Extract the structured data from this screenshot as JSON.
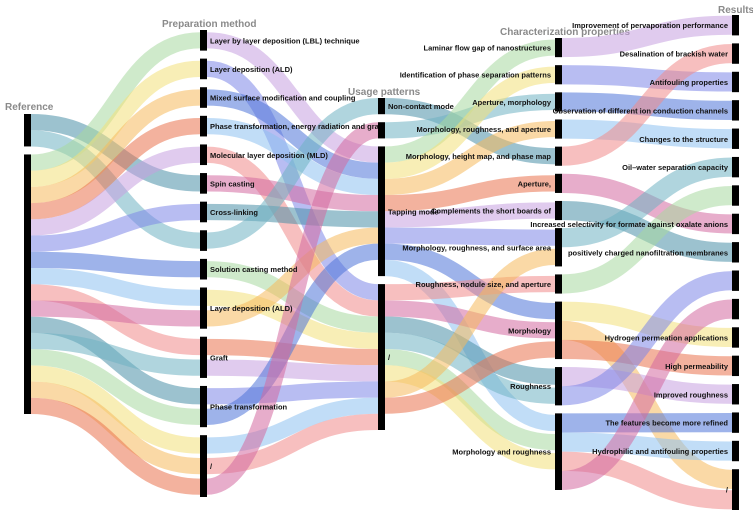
{
  "columns": {
    "reference": "Reference",
    "preparation": "Preparation method",
    "usage": "Usage patterns",
    "characterization": "Characterization properties",
    "results": "Results"
  },
  "chart_data": {
    "type": "sankey",
    "nodes": [
      {
        "id": "ref_a",
        "column": 0,
        "label": ""
      },
      {
        "id": "ref_b",
        "column": 0,
        "label": ""
      },
      {
        "id": "p_lbl",
        "column": 1,
        "label": "Layer by layer deposition (LBL) technique"
      },
      {
        "id": "p_ald1",
        "column": 1,
        "label": "Layer deposition (ALD)"
      },
      {
        "id": "p_mixed",
        "column": 1,
        "label": "Mixed surface modification and coupling"
      },
      {
        "id": "p_phase_energy",
        "column": 1,
        "label": "Phase transformation, energy radiation and graft"
      },
      {
        "id": "p_mld",
        "column": 1,
        "label": "Molecular layer deposition (MLD)"
      },
      {
        "id": "p_spin",
        "column": 1,
        "label": "Spin casting"
      },
      {
        "id": "p_cross",
        "column": 1,
        "label": "Cross-linking"
      },
      {
        "id": "p_blank",
        "column": 1,
        "label": ""
      },
      {
        "id": "p_solution",
        "column": 1,
        "label": "Solution casting method"
      },
      {
        "id": "p_ald2",
        "column": 1,
        "label": "Layer deposition (ALD)"
      },
      {
        "id": "p_graft",
        "column": 1,
        "label": "Graft"
      },
      {
        "id": "p_phase",
        "column": 1,
        "label": "Phase transformation"
      },
      {
        "id": "p_slash",
        "column": 1,
        "label": "/"
      },
      {
        "id": "u_noncontact",
        "column": 2,
        "label": "Non-contact mode"
      },
      {
        "id": "u_small",
        "column": 2,
        "label": ""
      },
      {
        "id": "u_tapping",
        "column": 2,
        "label": "Tapping mode"
      },
      {
        "id": "u_slash",
        "column": 2,
        "label": "/"
      },
      {
        "id": "c_laminar",
        "column": 3,
        "label": "Laminar flow gap of nanostructures"
      },
      {
        "id": "c_ident",
        "column": 3,
        "label": "Identification of phase separation patterns"
      },
      {
        "id": "c_apmorph",
        "column": 3,
        "label": "Aperture, morphology"
      },
      {
        "id": "c_mra",
        "column": 3,
        "label": "Morphology, roughness, and aperture"
      },
      {
        "id": "c_mhp",
        "column": 3,
        "label": "Morphology, height map, and phase map"
      },
      {
        "id": "c_aperture",
        "column": 3,
        "label": "Aperture,"
      },
      {
        "id": "c_complements",
        "column": 3,
        "label": "Complements the short boards of"
      },
      {
        "id": "c_mrsa",
        "column": 3,
        "label": "Morphology, roughness, and surface area"
      },
      {
        "id": "c_rnsa",
        "column": 3,
        "label": "Roughness, nodule size, and aperture"
      },
      {
        "id": "c_morph",
        "column": 3,
        "label": "Morphology"
      },
      {
        "id": "c_rough",
        "column": 3,
        "label": "Roughness"
      },
      {
        "id": "c_mandr",
        "column": 3,
        "label": "Morphology and roughness"
      },
      {
        "id": "r_perv",
        "column": 4,
        "label": "Improvement of pervaporation performance"
      },
      {
        "id": "r_desal",
        "column": 4,
        "label": "Desalination of brackish water"
      },
      {
        "id": "r_antifoul",
        "column": 4,
        "label": "Antifouling properties"
      },
      {
        "id": "r_obs",
        "column": 4,
        "label": "Observation of different ion conduction channels"
      },
      {
        "id": "r_changes",
        "column": 4,
        "label": "Changes to the structure"
      },
      {
        "id": "r_oilwater",
        "column": 4,
        "label": "Oil–water separation capacity"
      },
      {
        "id": "r_blank1",
        "column": 4,
        "label": ""
      },
      {
        "id": "r_incsel",
        "column": 4,
        "label": "Increased selectivity for formate against oxalate anions"
      },
      {
        "id": "r_posnf",
        "column": 4,
        "label": "positively charged nanofiltration membranes"
      },
      {
        "id": "r_blank2",
        "column": 4,
        "label": ""
      },
      {
        "id": "r_blank3",
        "column": 4,
        "label": ""
      },
      {
        "id": "r_hydrogen",
        "column": 4,
        "label": "Hydrogen permeation applications"
      },
      {
        "id": "r_highperm",
        "column": 4,
        "label": "High permeability"
      },
      {
        "id": "r_improved",
        "column": 4,
        "label": "Improved roughness"
      },
      {
        "id": "r_refined",
        "column": 4,
        "label": "The features become more refined"
      },
      {
        "id": "r_hydrophilic",
        "column": 4,
        "label": "Hydrophilic and antifouling properties"
      },
      {
        "id": "r_slash",
        "column": 4,
        "label": "/"
      }
    ],
    "links": [
      {
        "source": "ref_a",
        "target": "p_spin",
        "value": 1
      },
      {
        "source": "ref_a",
        "target": "p_blank",
        "value": 1
      },
      {
        "source": "ref_b",
        "target": "p_lbl",
        "value": 1
      },
      {
        "source": "ref_b",
        "target": "p_ald1",
        "value": 1
      },
      {
        "source": "ref_b",
        "target": "p_mixed",
        "value": 1
      },
      {
        "source": "ref_b",
        "target": "p_phase_energy",
        "value": 1
      },
      {
        "source": "ref_b",
        "target": "p_mld",
        "value": 1
      },
      {
        "source": "ref_b",
        "target": "p_cross",
        "value": 1
      },
      {
        "source": "ref_b",
        "target": "p_solution",
        "value": 1
      },
      {
        "source": "ref_b",
        "target": "p_ald2",
        "value": 1
      },
      {
        "source": "ref_b",
        "target": "p_graft",
        "value": 1
      },
      {
        "source": "ref_b",
        "target": "p_ald2",
        "value": 1
      },
      {
        "source": "ref_b",
        "target": "p_phase",
        "value": 1
      },
      {
        "source": "ref_b",
        "target": "p_graft",
        "value": 1
      },
      {
        "source": "ref_b",
        "target": "p_phase",
        "value": 1
      },
      {
        "source": "ref_b",
        "target": "p_slash",
        "value": 1
      },
      {
        "source": "ref_b",
        "target": "p_slash",
        "value": 1
      },
      {
        "source": "ref_b",
        "target": "p_slash",
        "value": 1
      },
      {
        "source": "p_lbl",
        "target": "u_tapping",
        "value": 1
      },
      {
        "source": "p_ald1",
        "target": "u_slash",
        "value": 1
      },
      {
        "source": "p_mixed",
        "target": "u_tapping",
        "value": 1
      },
      {
        "source": "p_phase_energy",
        "target": "u_tapping",
        "value": 1
      },
      {
        "source": "p_mld",
        "target": "u_slash",
        "value": 1
      },
      {
        "source": "p_spin",
        "target": "u_tapping",
        "value": 1
      },
      {
        "source": "p_cross",
        "target": "u_tapping",
        "value": 1
      },
      {
        "source": "p_blank",
        "target": "u_noncontact",
        "value": 1
      },
      {
        "source": "p_solution",
        "target": "u_slash",
        "value": 1
      },
      {
        "source": "p_ald2",
        "target": "u_slash",
        "value": 1
      },
      {
        "source": "p_ald2",
        "target": "u_tapping",
        "value": 1
      },
      {
        "source": "p_graft",
        "target": "u_slash",
        "value": 1
      },
      {
        "source": "p_graft",
        "target": "u_slash",
        "value": 1
      },
      {
        "source": "p_phase",
        "target": "u_slash",
        "value": 1
      },
      {
        "source": "p_phase",
        "target": "u_tapping",
        "value": 1
      },
      {
        "source": "p_slash",
        "target": "u_slash",
        "value": 1
      },
      {
        "source": "p_slash",
        "target": "u_slash",
        "value": 1
      },
      {
        "source": "p_slash",
        "target": "u_small",
        "value": 1
      },
      {
        "source": "u_noncontact",
        "target": "c_mhp",
        "value": 1
      },
      {
        "source": "u_small",
        "target": "c_apmorph",
        "value": 1
      },
      {
        "source": "u_tapping",
        "target": "c_laminar",
        "value": 1
      },
      {
        "source": "u_tapping",
        "target": "c_ident",
        "value": 1
      },
      {
        "source": "u_tapping",
        "target": "c_mra",
        "value": 1
      },
      {
        "source": "u_tapping",
        "target": "c_aperture",
        "value": 1
      },
      {
        "source": "u_tapping",
        "target": "c_complements",
        "value": 1
      },
      {
        "source": "u_tapping",
        "target": "c_mrsa",
        "value": 1
      },
      {
        "source": "u_tapping",
        "target": "c_morph",
        "value": 1
      },
      {
        "source": "u_tapping",
        "target": "c_mandr",
        "value": 1
      },
      {
        "source": "u_slash",
        "target": "c_rnsa",
        "value": 1
      },
      {
        "source": "u_slash",
        "target": "c_morph",
        "value": 1
      },
      {
        "source": "u_slash",
        "target": "c_rough",
        "value": 1
      },
      {
        "source": "u_slash",
        "target": "c_rough",
        "value": 1
      },
      {
        "source": "u_slash",
        "target": "c_mandr",
        "value": 1
      },
      {
        "source": "u_slash",
        "target": "c_mandr",
        "value": 1
      },
      {
        "source": "u_slash",
        "target": "c_mrsa",
        "value": 1
      },
      {
        "source": "u_slash",
        "target": "c_morph",
        "value": 1
      },
      {
        "source": "c_laminar",
        "target": "r_perv",
        "value": 1
      },
      {
        "source": "c_ident",
        "target": "r_antifoul",
        "value": 1
      },
      {
        "source": "c_apmorph",
        "target": "r_obs",
        "value": 1
      },
      {
        "source": "c_mra",
        "target": "r_changes",
        "value": 1
      },
      {
        "source": "c_mhp",
        "target": "r_desal",
        "value": 1
      },
      {
        "source": "c_aperture",
        "target": "r_incsel",
        "value": 1
      },
      {
        "source": "c_complements",
        "target": "r_posnf",
        "value": 1
      },
      {
        "source": "c_mrsa",
        "target": "r_oilwater",
        "value": 1
      },
      {
        "source": "c_rnsa",
        "target": "r_blank1",
        "value": 1
      },
      {
        "source": "c_morph",
        "target": "r_hydrogen",
        "value": 1
      },
      {
        "source": "c_morph",
        "target": "r_slash",
        "value": 1
      },
      {
        "source": "c_morph",
        "target": "r_highperm",
        "value": 1
      },
      {
        "source": "c_rough",
        "target": "r_improved",
        "value": 1
      },
      {
        "source": "c_rough",
        "target": "r_blank2",
        "value": 1
      },
      {
        "source": "c_mandr",
        "target": "r_refined",
        "value": 1
      },
      {
        "source": "c_mandr",
        "target": "r_hydrophilic",
        "value": 1
      },
      {
        "source": "c_mandr",
        "target": "r_slash",
        "value": 1
      },
      {
        "source": "c_mandr",
        "target": "r_blank3",
        "value": 1
      }
    ]
  }
}
